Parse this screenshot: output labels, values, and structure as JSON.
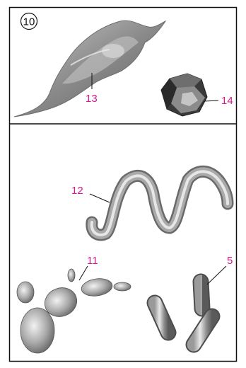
{
  "figure_number": "10",
  "colors": {
    "label": "#d6188c",
    "border": "#111111",
    "divider": "#111111"
  },
  "labels": [
    {
      "id": "flagellate",
      "text": "13"
    },
    {
      "id": "polyhedron",
      "text": "14"
    },
    {
      "id": "spiral",
      "text": "12"
    },
    {
      "id": "ovals",
      "text": "11"
    },
    {
      "id": "rods",
      "text": "5"
    }
  ]
}
